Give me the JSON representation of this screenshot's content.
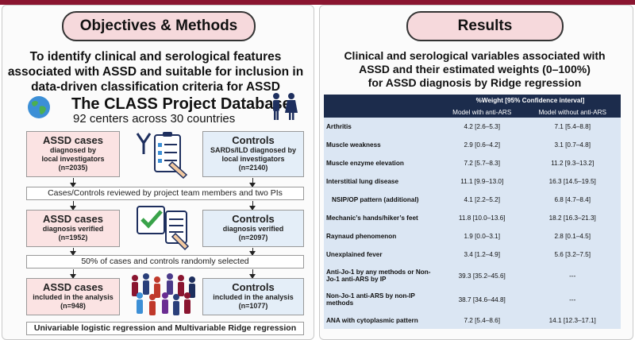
{
  "left": {
    "heading": "Objectives & Methods",
    "objective": [
      "To identify clinical and serological features",
      "associated with ASSD and suitable for inclusion in",
      "data-driven classification criteria for ASSD"
    ],
    "db_title": "The CLASS Project Database",
    "db_subtitle": "92 centers across 30 countries",
    "assd_box1": {
      "title": "ASSD cases",
      "line1": "diagnosed by",
      "line2": "local investigators",
      "count": "(n=2035)"
    },
    "ctrl_box1": {
      "title": "Controls",
      "line1": "SARDs/ILD diagnosed by",
      "line2": "local investigators",
      "count": "(n=2140)"
    },
    "review": "Cases/Controls reviewed by project team members and two PIs",
    "assd_box2": {
      "title": "ASSD cases",
      "line1": "diagnosis verified",
      "count": "(n=1952)"
    },
    "ctrl_box2": {
      "title": "Controls",
      "line1": "diagnosis verified",
      "count": "(n=2097)"
    },
    "random": "50% of cases and controls randomly selected",
    "assd_box3": {
      "title": "ASSD cases",
      "line1": "included in the analysis",
      "count": "(n=948)"
    },
    "ctrl_box3": {
      "title": "Controls",
      "line1": "included in the analysis",
      "count": "(n=1077)"
    },
    "bottom": "Univariable logistic regression and Multivariable Ridge regression"
  },
  "right": {
    "heading": "Results",
    "title": [
      "Clinical and serological variables associated with",
      "ASSD and their estimated weights (0–100%)",
      "for ASSD diagnosis by Ridge regression"
    ],
    "table": {
      "header": "%Weight [95% Confidence interval]",
      "col1": "Model with anti-ARS",
      "col2": "Model without anti-ARS",
      "rows": [
        {
          "label": "Arthritis",
          "v1": "4.2 [2.6–5.3]",
          "v2": "7.1 [5.4–8.8]"
        },
        {
          "label": "Muscle weakness",
          "v1": "2.9 [0.6–4.2]",
          "v2": "3.1 [0.7–4.8]"
        },
        {
          "label": "Muscle enzyme elevation",
          "v1": "7.2 [5.7–8.3]",
          "v2": "11.2 [9.3–13.2]"
        },
        {
          "label": "Interstitial lung disease",
          "v1": "11.1 [9.9–13.0]",
          "v2": "16.3 [14.5–19.5]"
        },
        {
          "label": "NSIP/OP pattern (additional)",
          "v1": "4.1 [2.2–5.2]",
          "v2": "6.8 [4.7–8.4]"
        },
        {
          "label": "Mechanic’s hands/hiker’s feet",
          "v1": "11.8 [10.0–13.6]",
          "v2": "18.2 [16.3–21.3]"
        },
        {
          "label": "Raynaud phenomenon",
          "v1": "1.9 [0.0–3.1]",
          "v2": "2.8 [0.1–4.5]"
        },
        {
          "label": "Unexplained fever",
          "v1": "3.4 [1.2–4.9]",
          "v2": "5.6 [3.2–7.5]"
        },
        {
          "label": "Anti-Jo-1 by any methods or Non-Jo-1 anti-ARS by IP",
          "v1": "39.3 [35.2–45.6]",
          "v2": "---"
        },
        {
          "label": "Non-Jo-1 anti-ARS by non-IP methods",
          "v1": "38.7 [34.6–44.8]",
          "v2": "---"
        },
        {
          "label": "ANA with cytoplasmic pattern",
          "v1": "7.2 [5.4–8.6]",
          "v2": "14.1 [12.3–17.1]"
        }
      ]
    }
  },
  "colors": {
    "accent": "#8a1530",
    "pill_fill": "#f6d9dc",
    "table_header": "#1c2c4c",
    "table_body": "#dbe6f3",
    "case_box": "#fbe3e3",
    "control_box": "#e4eef8"
  }
}
